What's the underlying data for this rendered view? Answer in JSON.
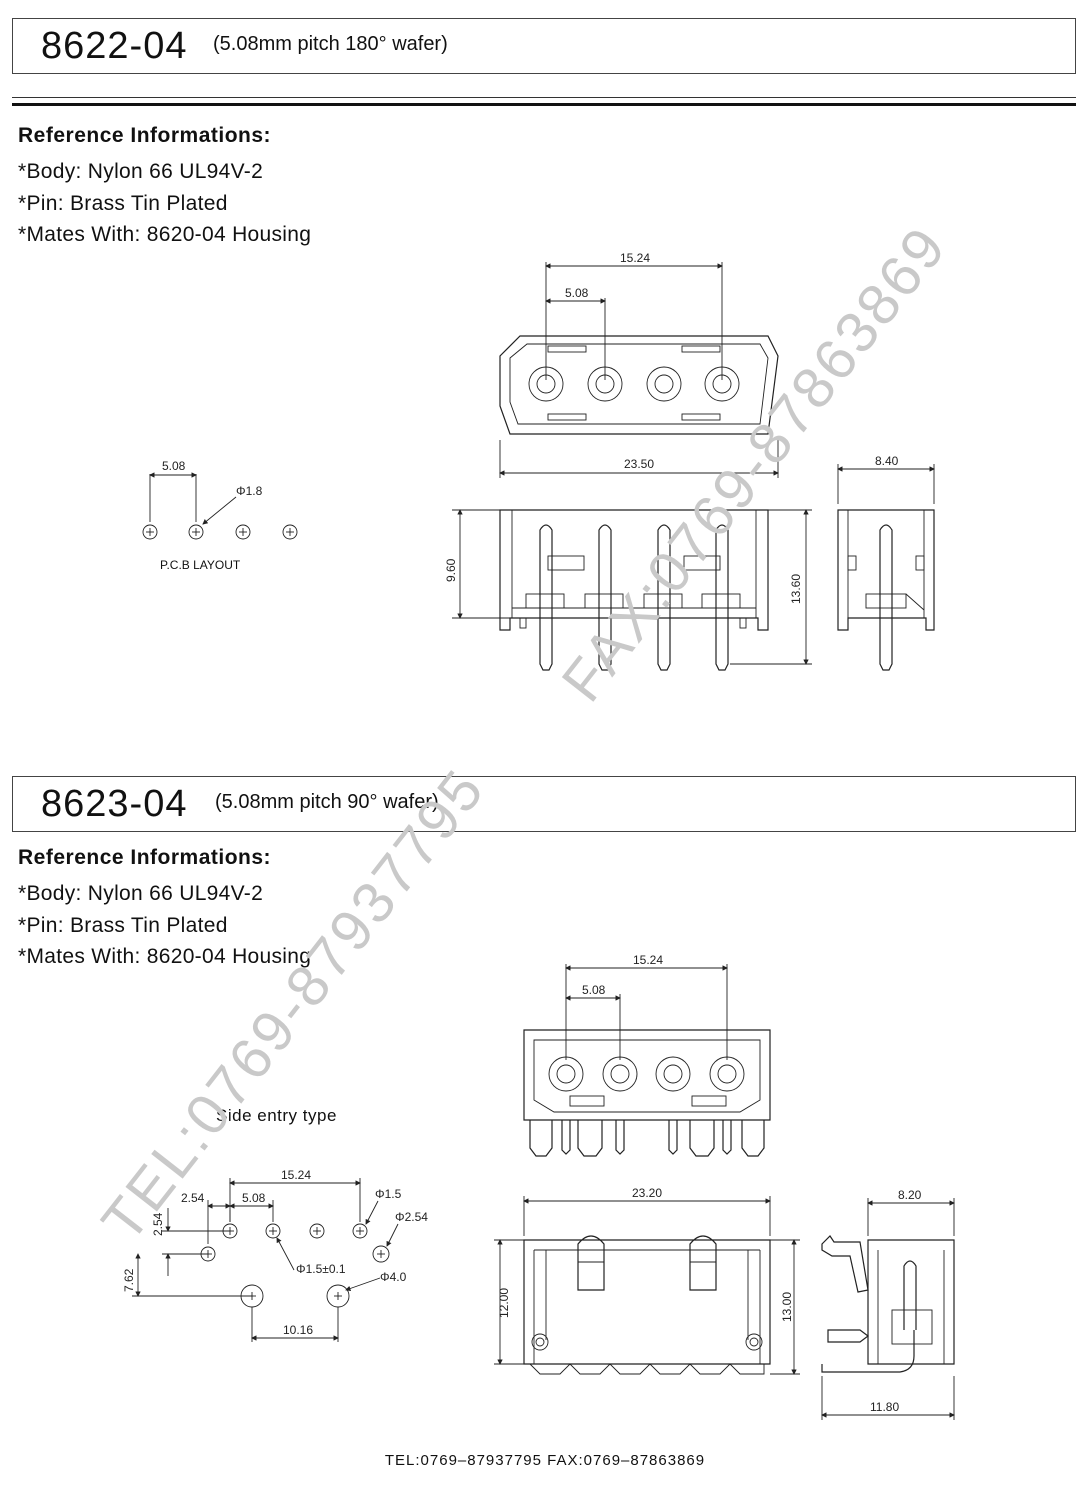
{
  "sections": [
    {
      "part_number": "8622-04",
      "subtitle": "(5.08mm pitch 180°  wafer)",
      "ref_heading": "Reference Informations:",
      "body": "*Body: Nylon 66 UL94V-2",
      "pin": "*Pin: Brass Tin Plated",
      "mates": "*Mates With:  8620-04 Housing",
      "pcb_layout_label": "P.C.B LAYOUT",
      "dims": {
        "pitch_total": "15.24",
        "pitch": "5.08",
        "width": "23.50",
        "depth": "8.40",
        "height_body": "9.60",
        "height_total": "13.60",
        "pcb_pitch": "5.08",
        "pcb_hole": "Φ1.8"
      }
    },
    {
      "part_number": "8623-04",
      "subtitle": "(5.08mm pitch 90°  wafer)",
      "ref_heading": "Reference Informations:",
      "body": "*Body:  Nylon 66 UL94V-2",
      "pin": "*Pin: Brass Tin Plated",
      "mates": "*Mates With:  8620-04 Housing",
      "side_entry": "Side entry type",
      "dims": {
        "pitch_total": "15.24",
        "pitch": "5.08",
        "width": "23.20",
        "depth": "8.20",
        "height_body": "12.00",
        "height_total": "13.00",
        "foot": "11.80",
        "pcb_total": "15.24",
        "pcb_offset": "2.54",
        "pcb_pitch": "5.08",
        "pcb_row": "2.54",
        "pcb_v": "7.62",
        "pcb_peg": "10.16",
        "hole_15": "Φ1.5",
        "hole_254": "Φ2.54",
        "hole_15tol": "Φ1.5±0.1",
        "hole_40": "Φ4.0"
      }
    }
  ],
  "watermarks": {
    "fax": "FAX:0769-87863869",
    "tel": "TEL:0769-87937795"
  },
  "footer": "TEL:0769–87937795   FAX:0769–87863869"
}
